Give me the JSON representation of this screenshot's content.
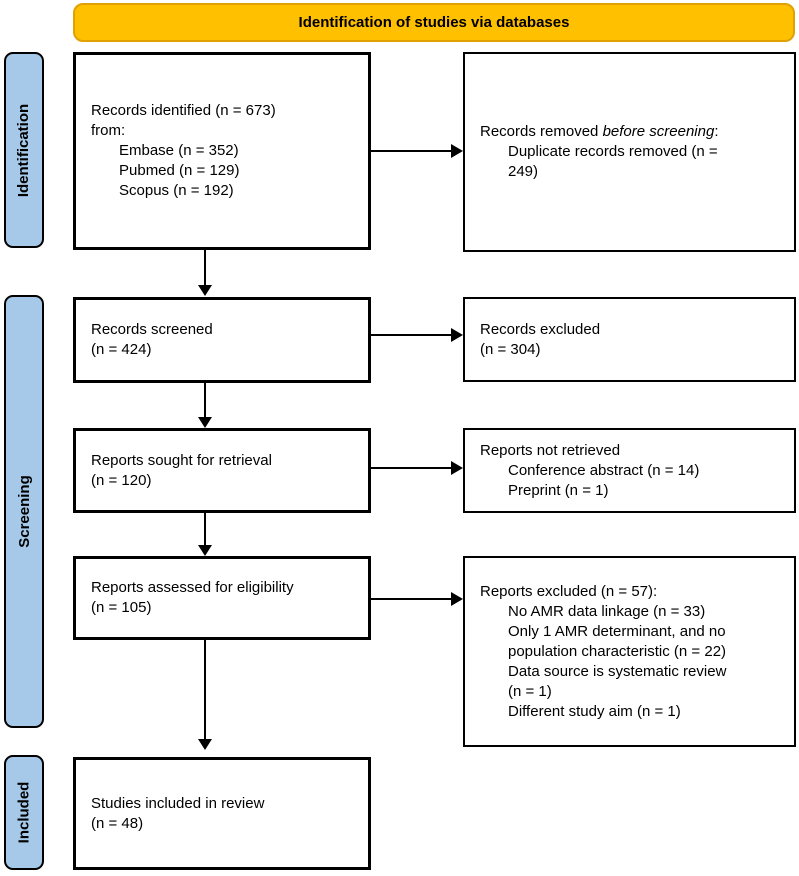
{
  "header": {
    "title": "Identification of studies via databases"
  },
  "stages": [
    {
      "id": "identification",
      "label": "Identification"
    },
    {
      "id": "screening",
      "label": "Screening"
    },
    {
      "id": "included",
      "label": "Included"
    }
  ],
  "colors": {
    "header_fill": "#FFC000",
    "header_border": "#DFA104",
    "stage_fill": "#A6C9EA",
    "box_border": "#000000"
  },
  "boxes": {
    "records_identified": {
      "lines": [
        {
          "t": "Records identified (n = 673)"
        },
        {
          "t": "from:"
        },
        {
          "t": "Embase (n = 352)",
          "indent": true
        },
        {
          "t": "Pubmed (n = 129)",
          "indent": true
        },
        {
          "t": "Scopus (n = 192)",
          "indent": true
        }
      ]
    },
    "records_removed": {
      "lines": [
        {
          "parts": [
            {
              "t": "Records removed "
            },
            {
              "t": "before screening",
              "italic": true
            },
            {
              "t": ":"
            }
          ]
        },
        {
          "t": "Duplicate records removed (n =",
          "indent": true
        },
        {
          "t": "249)",
          "indent": true
        }
      ]
    },
    "records_screened": {
      "lines": [
        {
          "t": "Records screened"
        },
        {
          "t": "(n = 424)"
        }
      ]
    },
    "records_excluded": {
      "lines": [
        {
          "t": "Records excluded"
        },
        {
          "t": "(n = 304)"
        }
      ]
    },
    "reports_sought": {
      "lines": [
        {
          "t": "Reports sought for retrieval"
        },
        {
          "t": "(n = 120)"
        }
      ]
    },
    "reports_not_retrieved": {
      "lines": [
        {
          "t": "Reports not retrieved"
        },
        {
          "t": "Conference abstract (n = 14)",
          "indent": true
        },
        {
          "t": "Preprint (n = 1)",
          "indent": true
        }
      ]
    },
    "reports_assessed": {
      "lines": [
        {
          "t": "Reports assessed for eligibility"
        },
        {
          "t": "(n = 105)"
        }
      ]
    },
    "reports_excluded": {
      "lines": [
        {
          "t": "Reports excluded (n = 57):"
        },
        {
          "t": "No AMR data linkage (n = 33)",
          "indent": true
        },
        {
          "t": "Only 1 AMR determinant, and no",
          "indent": true
        },
        {
          "t": "population characteristic (n = 22)",
          "indent": true
        },
        {
          "t": "Data source is systematic review",
          "indent": true
        },
        {
          "t": "(n = 1)",
          "indent": true
        },
        {
          "t": "Different study aim (n = 1)",
          "indent": true
        }
      ]
    },
    "studies_included": {
      "lines": [
        {
          "t": "Studies included in review"
        },
        {
          "t": "(n = 48)"
        }
      ]
    }
  }
}
